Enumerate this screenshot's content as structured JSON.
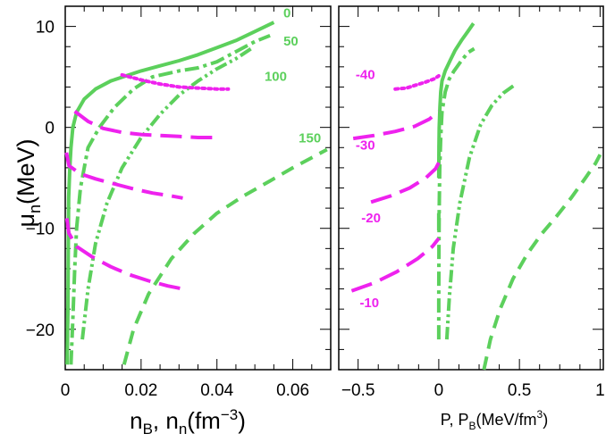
{
  "chart_data": [
    {
      "type": "line",
      "panel": "left",
      "xlabel": "n_B, n_n(fm^-3)",
      "ylabel": "μ_n(MeV)",
      "xlim": [
        0,
        0.07
      ],
      "ylim": [
        -24,
        12
      ],
      "x_ticks": [
        {
          "value": 0,
          "label": "0"
        },
        {
          "value": 0.02,
          "label": "0.02"
        },
        {
          "value": 0.04,
          "label": "0.04"
        },
        {
          "value": 0.06,
          "label": "0.06"
        }
      ],
      "y_ticks": [
        {
          "value": 10,
          "label": "10"
        },
        {
          "value": 0,
          "label": "0"
        },
        {
          "value": -10,
          "label": "−10"
        },
        {
          "value": -20,
          "label": "−20"
        }
      ],
      "grid": false,
      "series": [
        {
          "group": "green",
          "style": "solid",
          "color": "#5cd05c",
          "points": [
            [
              0.0005,
              -23.5
            ],
            [
              0.0007,
              -18
            ],
            [
              0.0008,
              -12
            ],
            [
              0.0009,
              -7
            ],
            [
              0.0012,
              -4
            ],
            [
              0.0015,
              -2
            ],
            [
              0.002,
              0
            ],
            [
              0.003,
              1.5
            ],
            [
              0.005,
              2.8
            ],
            [
              0.008,
              3.8
            ],
            [
              0.012,
              4.6
            ],
            [
              0.016,
              5.1
            ],
            [
              0.02,
              5.6
            ],
            [
              0.025,
              6.1
            ],
            [
              0.03,
              6.6
            ],
            [
              0.035,
              7.2
            ],
            [
              0.04,
              7.9
            ],
            [
              0.045,
              8.6
            ],
            [
              0.05,
              9.5
            ],
            [
              0.055,
              10.4
            ]
          ]
        },
        {
          "group": "green",
          "style": "dashdot",
          "color": "#5cd05c",
          "points": [
            [
              0.0015,
              -23.5
            ],
            [
              0.002,
              -19
            ],
            [
              0.0025,
              -14
            ],
            [
              0.003,
              -10
            ],
            [
              0.004,
              -6
            ],
            [
              0.006,
              -2
            ],
            [
              0.009,
              0
            ],
            [
              0.013,
              2
            ],
            [
              0.018,
              3.8
            ],
            [
              0.023,
              5
            ],
            [
              0.03,
              5.6
            ],
            [
              0.035,
              5.9
            ],
            [
              0.04,
              6.5
            ],
            [
              0.045,
              7.5
            ],
            [
              0.05,
              8.5
            ],
            [
              0.054,
              9.1
            ]
          ]
        },
        {
          "group": "green",
          "style": "dashdotdot",
          "color": "#5cd05c",
          "points": [
            [
              0.0045,
              -21
            ],
            [
              0.006,
              -16
            ],
            [
              0.008,
              -11.5
            ],
            [
              0.011,
              -7.5
            ],
            [
              0.015,
              -4
            ],
            [
              0.02,
              -1
            ],
            [
              0.025,
              1.3
            ],
            [
              0.03,
              3.2
            ],
            [
              0.035,
              4.6
            ],
            [
              0.04,
              5.8
            ],
            [
              0.045,
              6.8
            ],
            [
              0.049,
              7.8
            ]
          ]
        },
        {
          "group": "green",
          "style": "dashed",
          "color": "#5cd05c",
          "points": [
            [
              0.0155,
              -23.5
            ],
            [
              0.018,
              -20
            ],
            [
              0.022,
              -16.5
            ],
            [
              0.028,
              -13
            ],
            [
              0.034,
              -10.5
            ],
            [
              0.04,
              -8.5
            ],
            [
              0.047,
              -6.8
            ],
            [
              0.054,
              -5.3
            ],
            [
              0.06,
              -4
            ],
            [
              0.065,
              -3
            ],
            [
              0.069,
              -2.2
            ]
          ]
        },
        {
          "group": "magenta",
          "style": "dotted",
          "color": "#ee22ee",
          "points": [
            [
              0.015,
              5.2
            ],
            [
              0.02,
              4.7
            ],
            [
              0.025,
              4.3
            ],
            [
              0.03,
              4.0
            ],
            [
              0.035,
              3.9
            ],
            [
              0.04,
              3.8
            ],
            [
              0.043,
              3.8
            ]
          ]
        },
        {
          "group": "magenta",
          "style": "longdash",
          "color": "#ee22ee",
          "points": [
            [
              0.0025,
              1.6
            ],
            [
              0.006,
              0.6
            ],
            [
              0.01,
              -0.1
            ],
            [
              0.015,
              -0.5
            ],
            [
              0.02,
              -0.7
            ],
            [
              0.025,
              -0.8
            ],
            [
              0.03,
              -0.9
            ],
            [
              0.035,
              -1.0
            ],
            [
              0.039,
              -1.0
            ]
          ]
        },
        {
          "group": "magenta",
          "style": "longdash",
          "color": "#ee22ee",
          "points": [
            [
              0.0003,
              -2.5
            ],
            [
              0.001,
              -3.8
            ],
            [
              0.004,
              -4.6
            ],
            [
              0.008,
              -5.1
            ],
            [
              0.013,
              -5.6
            ],
            [
              0.018,
              -6.1
            ],
            [
              0.023,
              -6.5
            ],
            [
              0.028,
              -6.8
            ],
            [
              0.031,
              -7.0
            ]
          ]
        },
        {
          "group": "magenta",
          "style": "longdash",
          "color": "#ee22ee",
          "points": [
            [
              0.0004,
              -9
            ],
            [
              0.001,
              -10.5
            ],
            [
              0.003,
              -11.8
            ],
            [
              0.007,
              -12.8
            ],
            [
              0.012,
              -13.8
            ],
            [
              0.017,
              -14.6
            ],
            [
              0.022,
              -15.2
            ],
            [
              0.027,
              -15.7
            ],
            [
              0.031,
              -16.0
            ]
          ]
        }
      ],
      "annotations": [
        {
          "text": "0",
          "color": "#5cd05c",
          "x": 0.0585,
          "y": 10.9
        },
        {
          "text": "50",
          "color": "#5cd05c",
          "x": 0.0595,
          "y": 8.1
        },
        {
          "text": "100",
          "color": "#5cd05c",
          "x": 0.0555,
          "y": 4.6
        },
        {
          "text": "150",
          "color": "#5cd05c",
          "x": 0.0645,
          "y": -1.5
        }
      ]
    },
    {
      "type": "line",
      "panel": "right",
      "xlabel": "P, P_B(MeV/fm^3)",
      "ylabel": "",
      "xlim": [
        -0.62,
        1.02
      ],
      "ylim": [
        -24,
        12
      ],
      "x_ticks": [
        {
          "value": -0.5,
          "label": "−0.5"
        },
        {
          "value": 0,
          "label": "0"
        },
        {
          "value": 0.5,
          "label": "0.5"
        },
        {
          "value": 1,
          "label": "1"
        }
      ],
      "y_ticks": [
        {
          "value": 10,
          "label": ""
        },
        {
          "value": 0,
          "label": ""
        },
        {
          "value": -10,
          "label": ""
        },
        {
          "value": -20,
          "label": ""
        }
      ],
      "grid": false,
      "series": [
        {
          "group": "green",
          "style": "solid",
          "color": "#5cd05c",
          "points": [
            [
              0.0,
              -5
            ],
            [
              0.001,
              -2
            ],
            [
              0.003,
              0
            ],
            [
              0.007,
              2
            ],
            [
              0.012,
              3.5
            ],
            [
              0.02,
              4.6
            ],
            [
              0.04,
              5.6
            ],
            [
              0.07,
              6.6
            ],
            [
              0.1,
              7.6
            ],
            [
              0.14,
              8.6
            ],
            [
              0.18,
              9.5
            ],
            [
              0.215,
              10.3
            ]
          ]
        },
        {
          "group": "green",
          "style": "solid",
          "color": "#5cd05c",
          "points": [
            [
              0.0,
              -8.5
            ],
            [
              0.0,
              -10.2
            ]
          ]
        },
        {
          "group": "green",
          "style": "dashdot",
          "color": "#5cd05c",
          "points": [
            [
              0.0,
              -21
            ],
            [
              0.0,
              -17
            ],
            [
              0.001,
              -12
            ],
            [
              0.003,
              -8
            ],
            [
              0.006,
              -4
            ],
            [
              0.012,
              -1
            ],
            [
              0.02,
              1.5
            ],
            [
              0.04,
              3.5
            ],
            [
              0.065,
              4.8
            ],
            [
              0.095,
              5.6
            ],
            [
              0.14,
              6.6
            ],
            [
              0.18,
              7.4
            ],
            [
              0.22,
              7.8
            ]
          ]
        },
        {
          "group": "green",
          "style": "dashdotdot",
          "color": "#5cd05c",
          "points": [
            [
              0.05,
              -21
            ],
            [
              0.065,
              -17
            ],
            [
              0.09,
              -12
            ],
            [
              0.13,
              -7.5
            ],
            [
              0.19,
              -3
            ],
            [
              0.26,
              0.3
            ],
            [
              0.33,
              2.2
            ],
            [
              0.4,
              3.4
            ],
            [
              0.47,
              4.2
            ]
          ]
        },
        {
          "group": "green",
          "style": "dashed",
          "color": "#5cd05c",
          "points": [
            [
              0.28,
              -24
            ],
            [
              0.32,
              -21
            ],
            [
              0.38,
              -18
            ],
            [
              0.46,
              -15
            ],
            [
              0.55,
              -12.5
            ],
            [
              0.64,
              -10.5
            ],
            [
              0.73,
              -8.8
            ],
            [
              0.82,
              -7
            ],
            [
              0.91,
              -5
            ],
            [
              0.97,
              -3.6
            ],
            [
              1.0,
              -2.7
            ]
          ]
        },
        {
          "group": "magenta",
          "style": "dotted",
          "color": "#ee22ee",
          "points": [
            [
              -0.27,
              3.8
            ],
            [
              -0.2,
              3.9
            ],
            [
              -0.14,
              4.2
            ],
            [
              -0.08,
              4.5
            ],
            [
              -0.03,
              4.8
            ],
            [
              0.0,
              5.1
            ]
          ]
        },
        {
          "group": "magenta",
          "style": "longdash",
          "color": "#ee22ee",
          "points": [
            [
              -0.53,
              -1.1
            ],
            [
              -0.4,
              -0.8
            ],
            [
              -0.27,
              -0.4
            ],
            [
              -0.15,
              0.1
            ],
            [
              -0.06,
              0.8
            ],
            [
              0.0,
              1.6
            ]
          ]
        },
        {
          "group": "magenta",
          "style": "longdash",
          "color": "#ee22ee",
          "points": [
            [
              -0.42,
              -7.4
            ],
            [
              -0.3,
              -6.8
            ],
            [
              -0.18,
              -6.0
            ],
            [
              -0.08,
              -5.0
            ],
            [
              -0.02,
              -4.1
            ],
            [
              0.0,
              -3.5
            ]
          ]
        },
        {
          "group": "magenta",
          "style": "longdash",
          "color": "#ee22ee",
          "points": [
            [
              -0.54,
              -16.2
            ],
            [
              -0.4,
              -15.4
            ],
            [
              -0.26,
              -14.3
            ],
            [
              -0.13,
              -13.0
            ],
            [
              -0.04,
              -11.8
            ],
            [
              0.0,
              -11.0
            ]
          ]
        }
      ],
      "annotations": [
        {
          "text": "-40",
          "color": "#ee22ee",
          "x": -0.455,
          "y": 4.8
        },
        {
          "text": "-30",
          "color": "#ee22ee",
          "x": -0.455,
          "y": -2.2
        },
        {
          "text": "-20",
          "color": "#ee22ee",
          "x": -0.42,
          "y": -9.4
        },
        {
          "text": "-10",
          "color": "#ee22ee",
          "x": -0.43,
          "y": -17.8
        }
      ]
    }
  ]
}
